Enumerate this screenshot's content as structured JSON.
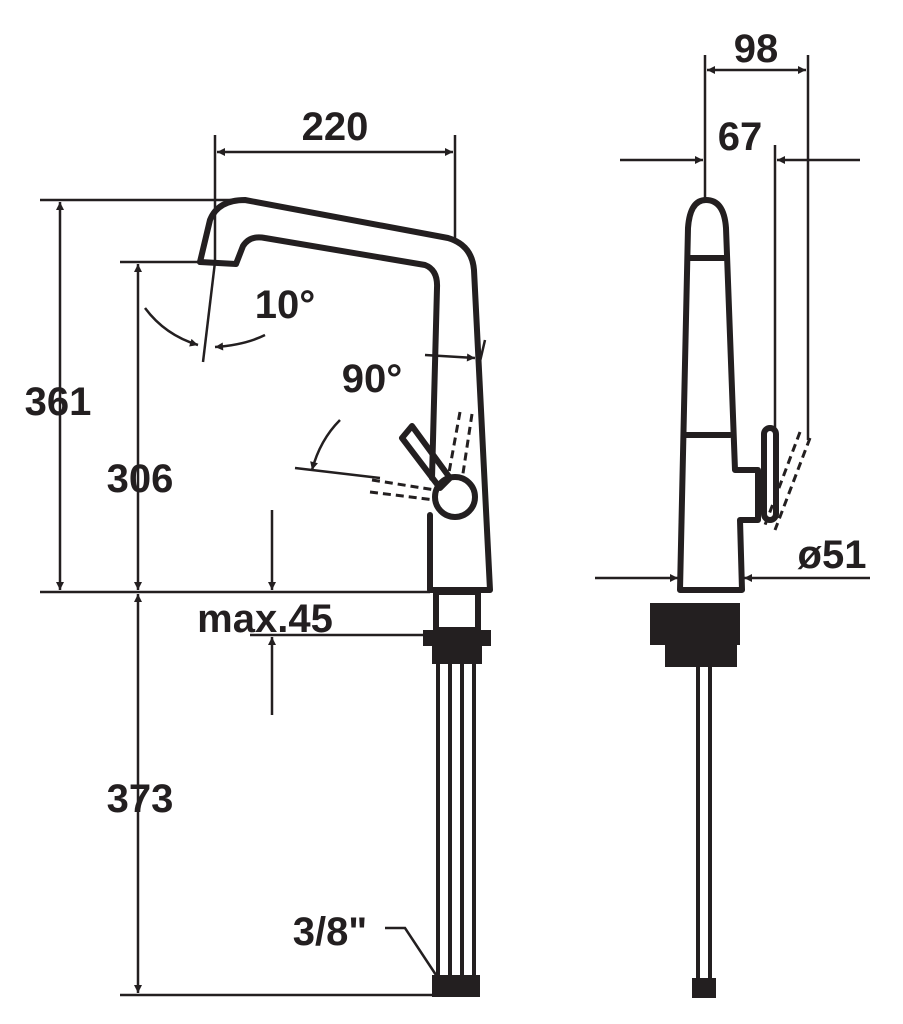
{
  "title": "Faucet technical drawing",
  "dimensions": {
    "spout_reach": "220",
    "spout_angle": "10°",
    "lever_angle": "90°",
    "total_height": "361",
    "spout_height": "306",
    "max_counter": "max.45",
    "hose_length": "373",
    "hose_thread": "3/8\"",
    "depth_total": "98",
    "depth_lever": "67",
    "body_diameter": "ø51"
  },
  "colors": {
    "line": "#231f20",
    "background": "#ffffff"
  }
}
